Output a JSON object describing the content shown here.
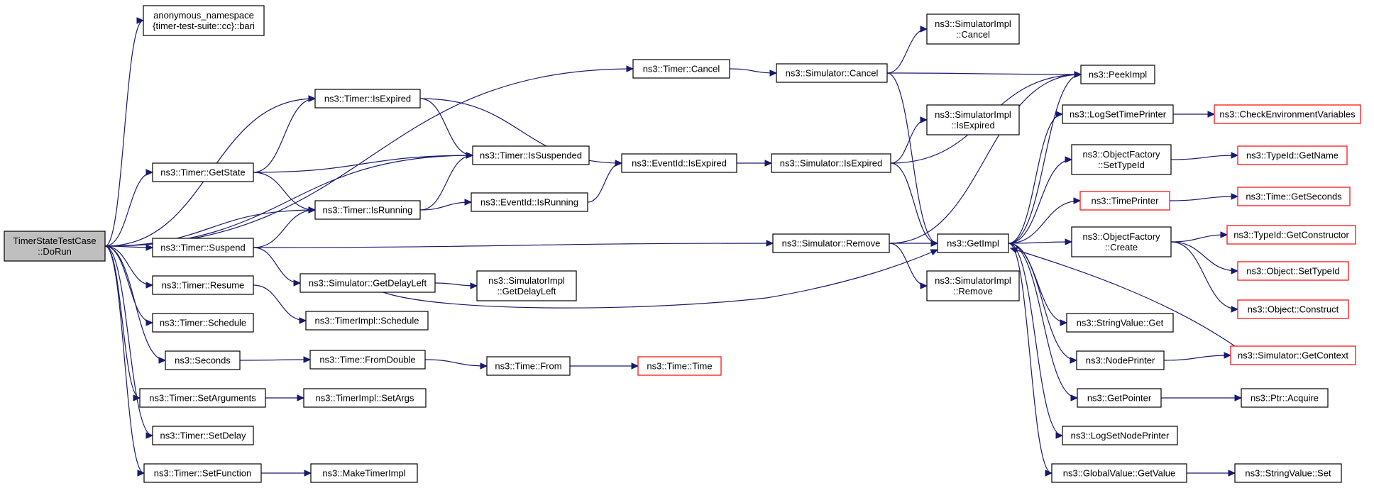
{
  "colors": {
    "edge": "#191970",
    "node_border": "#000000",
    "external_border": "#ff0000",
    "root_fill": "#bfbfbf",
    "background": "#ffffff"
  },
  "nodes": {
    "root": [
      "TimerStateTestCase",
      "::DoRun"
    ],
    "bari": [
      "anonymous_namespace",
      "{timer-test-suite::cc}::bari"
    ],
    "timer_cancel": [
      "ns3::Timer::Cancel"
    ],
    "timer_isexpired": [
      "ns3::Timer::IsExpired"
    ],
    "timer_getstate": [
      "ns3::Timer::GetState"
    ],
    "timer_issuspended": [
      "ns3::Timer::IsSuspended"
    ],
    "timer_isrunning": [
      "ns3::Timer::IsRunning"
    ],
    "timer_suspend": [
      "ns3::Timer::Suspend"
    ],
    "timer_resume": [
      "ns3::Timer::Resume"
    ],
    "timer_schedule": [
      "ns3::Timer::Schedule"
    ],
    "seconds": [
      "ns3::Seconds"
    ],
    "timer_setarguments": [
      "ns3::Timer::SetArguments"
    ],
    "timer_setdelay": [
      "ns3::Timer::SetDelay"
    ],
    "timer_setfunction": [
      "ns3::Timer::SetFunction"
    ],
    "sim_cancel": [
      "ns3::Simulator::Cancel"
    ],
    "simimpl_cancel": [
      "ns3::SimulatorImpl",
      "::Cancel"
    ],
    "peekimpl": [
      "ns3::PeekImpl"
    ],
    "eventid_isexpired": [
      "ns3::EventId::IsExpired"
    ],
    "sim_isexpired": [
      "ns3::Simulator::IsExpired"
    ],
    "simimpl_isexpired": [
      "ns3::SimulatorImpl",
      "::IsExpired"
    ],
    "eventid_isrunning": [
      "ns3::EventId::IsRunning"
    ],
    "sim_remove": [
      "ns3::Simulator::Remove"
    ],
    "getimpl": [
      "ns3::GetImpl"
    ],
    "simimpl_remove": [
      "ns3::SimulatorImpl",
      "::Remove"
    ],
    "sim_getdelayleft": [
      "ns3::Simulator::GetDelayLeft"
    ],
    "simimpl_getdelayleft": [
      "ns3::SimulatorImpl",
      "::GetDelayLeft"
    ],
    "timerimpl_schedule": [
      "ns3::TimerImpl::Schedule"
    ],
    "time_fromdouble": [
      "ns3::Time::FromDouble"
    ],
    "time_from": [
      "ns3::Time::From"
    ],
    "time_time": [
      "ns3::Time::Time"
    ],
    "timerimpl_setargs": [
      "ns3::TimerImpl::SetArgs"
    ],
    "maketimerimpl": [
      "ns3::MakeTimerImpl"
    ],
    "logsettimeprinter": [
      "ns3::LogSetTimePrinter"
    ],
    "checkenv": [
      "ns3::CheckEnvironmentVariables"
    ],
    "of_settypeid": [
      "ns3::ObjectFactory",
      "::SetTypeId"
    ],
    "typeid_getname": [
      "ns3::TypeId::GetName"
    ],
    "timeprinter": [
      "ns3::TimePrinter"
    ],
    "time_getseconds": [
      "ns3::Time::GetSeconds"
    ],
    "of_create": [
      "ns3::ObjectFactory",
      "::Create"
    ],
    "typeid_getconstructor": [
      "ns3::TypeId::GetConstructor"
    ],
    "object_settypeid": [
      "ns3::Object::SetTypeId"
    ],
    "object_construct": [
      "ns3::Object::Construct"
    ],
    "stringvalue_get": [
      "ns3::StringValue::Get"
    ],
    "nodeprinter": [
      "ns3::NodePrinter"
    ],
    "sim_getcontext": [
      "ns3::Simulator::GetContext"
    ],
    "getpointer": [
      "ns3::GetPointer"
    ],
    "ptr_acquire": [
      "ns3::Ptr::Acquire"
    ],
    "logsetnodeprinter": [
      "ns3::LogSetNodePrinter"
    ],
    "globalvalue_getvalue": [
      "ns3::GlobalValue::GetValue"
    ],
    "stringvalue_set": [
      "ns3::StringValue::Set"
    ]
  }
}
